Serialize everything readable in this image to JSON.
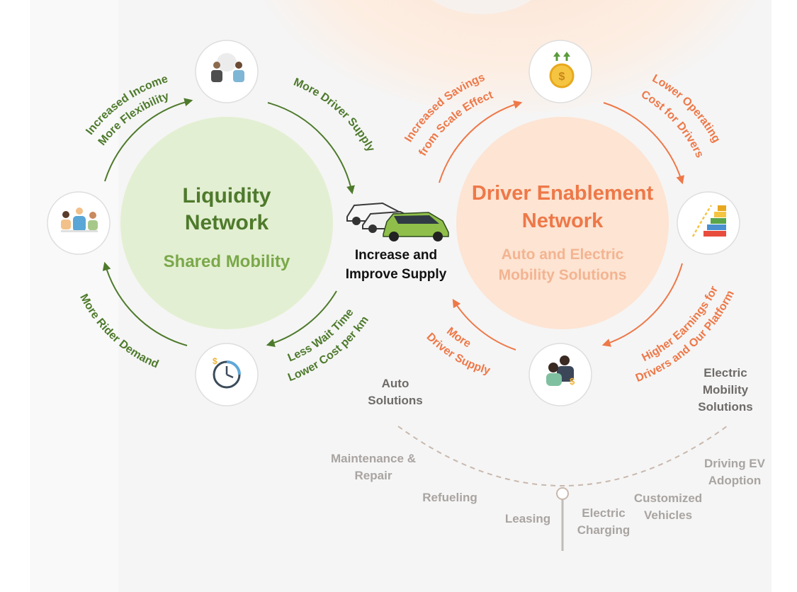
{
  "colors": {
    "green_dark": "#4e7a2c",
    "green_light": "#7aa84a",
    "green_fill": "#e3efd2",
    "orange": "#ee7848",
    "orange_light": "#f3b491",
    "orange_fill": "#fde4d3",
    "gray_text": "#a9a4a1",
    "gray_dark": "#6e6a68",
    "dash": "#c9b8ad"
  },
  "liquidity": {
    "title_line1": "Liquidity",
    "title_line2": "Network",
    "subtitle": "Shared Mobility",
    "arrows": {
      "top_left": [
        "Increased Income",
        "More Flexibility"
      ],
      "top_right": "More Driver Supply",
      "bottom_right": [
        "Less Wait Time",
        "Lower Cost per km"
      ],
      "bottom_left": "More Rider Demand"
    }
  },
  "center": {
    "line1": "Increase and",
    "line2": "Improve Supply"
  },
  "driver": {
    "title_line1": "Driver Enablement",
    "title_line2": "Network",
    "subtitle_line1": "Auto and Electric",
    "subtitle_line2": "Mobility Solutions",
    "arrows": {
      "top_left": [
        "Increased Savings",
        "from Scale Effect"
      ],
      "top_right": [
        "Lower Operating",
        "Cost for Drivers"
      ],
      "bottom_right": [
        "Higher Earnings for",
        "Drivers and Our Platform"
      ],
      "bottom_left": [
        "More",
        "Driver Supply"
      ]
    }
  },
  "solutions": {
    "auto": [
      "Auto",
      "Solutions"
    ],
    "electric": [
      "Electric",
      "Mobility",
      "Solutions"
    ],
    "items": {
      "maintenance": [
        "Maintenance &",
        "Repair"
      ],
      "refueling": "Refueling",
      "leasing": "Leasing",
      "charging": [
        "Electric",
        "Charging"
      ],
      "vehicles": [
        "Customized",
        "Vehicles"
      ],
      "ev": [
        "Driving EV",
        "Adoption"
      ]
    }
  },
  "icons": {
    "liquidity_top": "drivers-icon",
    "liquidity_left": "riders-group-icon",
    "liquidity_bottom": "clock-icon",
    "driver_top": "coin-savings-icon",
    "driver_right": "growth-chart-icon",
    "driver_bottom": "driver-earnings-icon",
    "center": "cars-icon"
  }
}
